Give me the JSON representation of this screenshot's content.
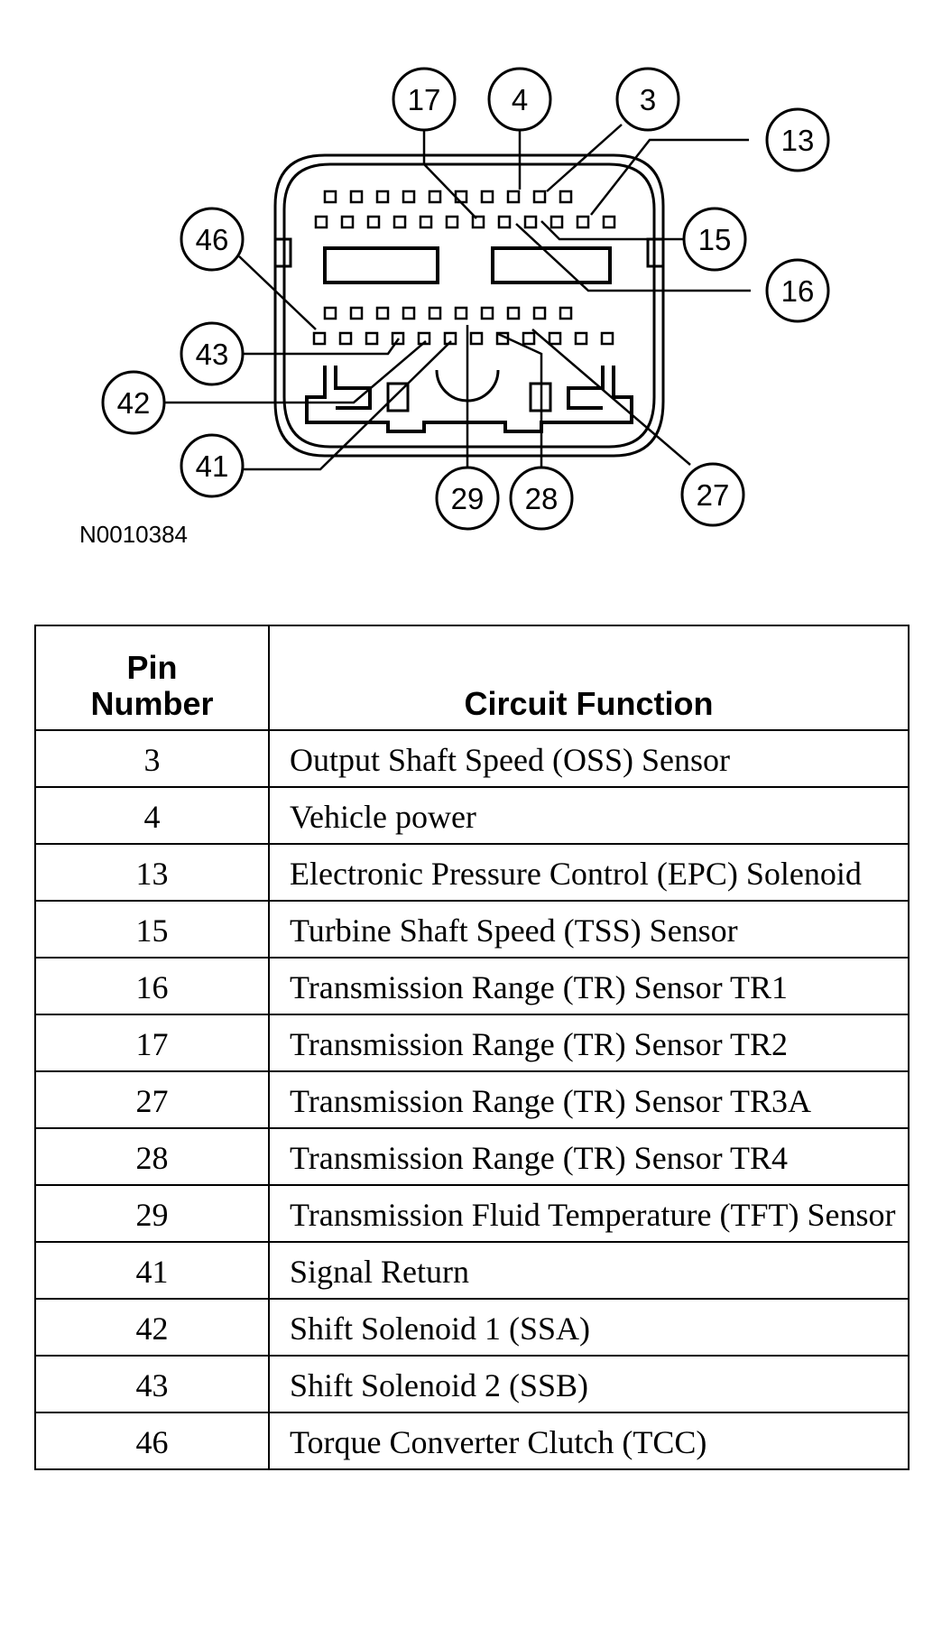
{
  "figure": {
    "figure_id": "N0010384",
    "callouts": [
      "17",
      "4",
      "3",
      "13",
      "46",
      "15",
      "16",
      "43",
      "42",
      "41",
      "29",
      "28",
      "27"
    ]
  },
  "table": {
    "headers": {
      "pin_line1": "Pin",
      "pin_line2": "Number",
      "function": "Circuit Function"
    },
    "rows": [
      {
        "pin": "3",
        "function": "Output Shaft Speed (OSS) Sensor"
      },
      {
        "pin": "4",
        "function": "Vehicle power"
      },
      {
        "pin": "13",
        "function": "Electronic Pressure Control (EPC) Solenoid"
      },
      {
        "pin": "15",
        "function": "Turbine Shaft Speed (TSS) Sensor"
      },
      {
        "pin": "16",
        "function": "Transmission Range (TR) Sensor TR1"
      },
      {
        "pin": "17",
        "function": "Transmission Range (TR) Sensor TR2"
      },
      {
        "pin": "27",
        "function": "Transmission Range (TR) Sensor TR3A"
      },
      {
        "pin": "28",
        "function": "Transmission Range (TR) Sensor TR4"
      },
      {
        "pin": "29",
        "function": "Transmission Fluid Temperature (TFT) Sensor"
      },
      {
        "pin": "41",
        "function": "Signal Return"
      },
      {
        "pin": "42",
        "function": "Shift Solenoid 1 (SSA)"
      },
      {
        "pin": "43",
        "function": "Shift Solenoid 2 (SSB)"
      },
      {
        "pin": "46",
        "function": "Torque Converter Clutch (TCC)"
      }
    ]
  }
}
